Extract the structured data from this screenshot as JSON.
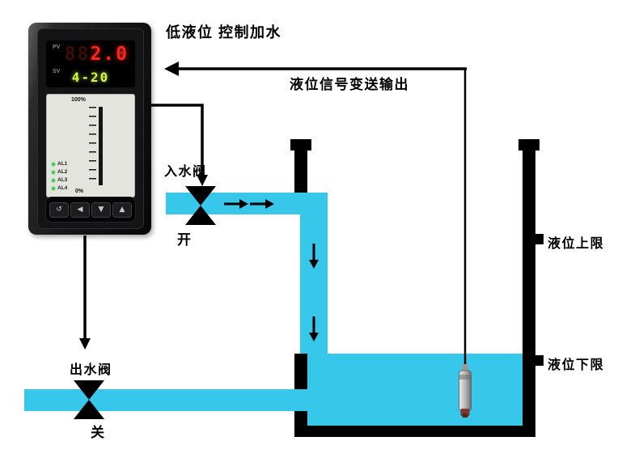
{
  "title": "低液位 控制加水",
  "signal_label": "液位信号变送输出",
  "inlet_valve": {
    "label": "入水阀",
    "state": "开"
  },
  "outlet_valve": {
    "label": "出水阀",
    "state": "关"
  },
  "level_marks": {
    "high": "液位上限",
    "low": "液位下限"
  },
  "meter": {
    "pv_label": "PV",
    "pv_ghost": "88",
    "pv_value": "2.0",
    "sv_label": "SV",
    "sv_value": "4-20",
    "scale_top": "100%",
    "scale_bottom": "0%",
    "alarms": [
      "AL1",
      "AL2",
      "AL3",
      "AL4"
    ],
    "buttons": [
      "↺",
      "◀",
      "▼",
      "▲"
    ]
  },
  "colors": {
    "water": "#36C7EA",
    "line_black": "#000000",
    "pv_red": "#FF2418",
    "sv_green": "#D4F63C"
  }
}
